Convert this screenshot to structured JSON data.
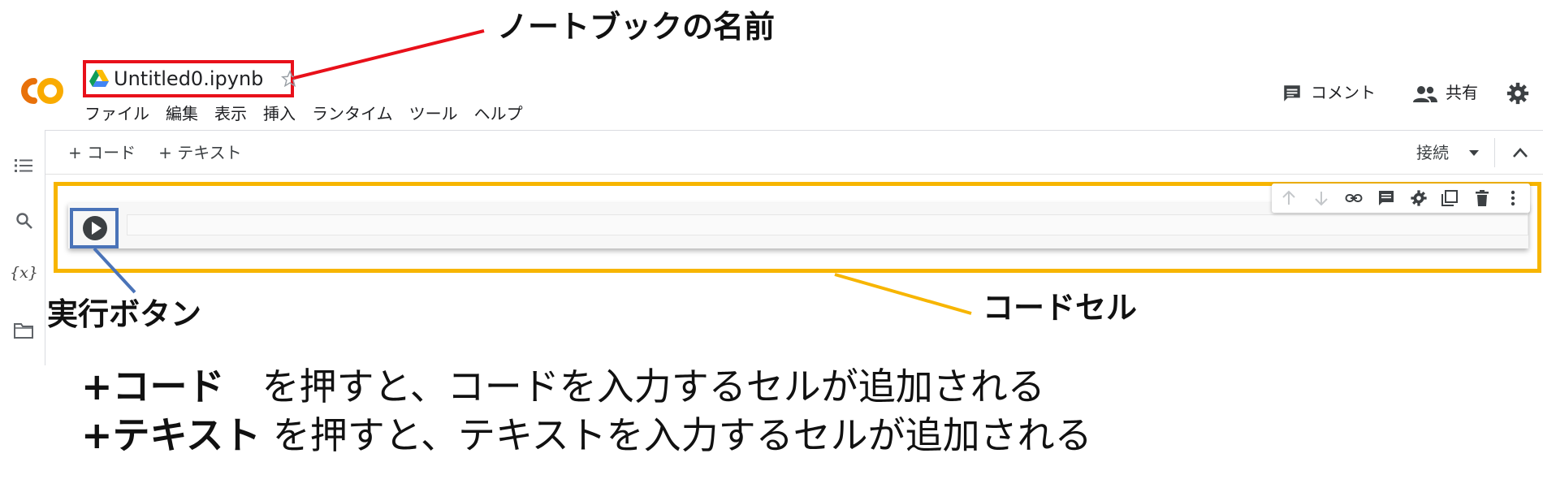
{
  "header": {
    "notebook_title": "Untitled0.ipynb",
    "logo_text": "CO",
    "menu": [
      "ファイル",
      "編集",
      "表示",
      "挿入",
      "ランタイム",
      "ツール",
      "ヘルプ"
    ],
    "comment_label": "コメント",
    "share_label": "共有"
  },
  "toolbar": {
    "add_code": "+ コード",
    "add_text": "+ テキスト",
    "connect_label": "接続"
  },
  "sidebar": {
    "icons": [
      "toc-icon",
      "search-icon",
      "variables-icon",
      "folder-icon"
    ],
    "variables_glyph": "{x}"
  },
  "cell_toolbar": {
    "icons": [
      "arrow-up-icon",
      "arrow-down-icon",
      "link-icon",
      "comment-icon",
      "settings-icon",
      "mirror-cell-icon",
      "trash-icon",
      "more-vert-icon"
    ]
  },
  "annotations": {
    "notebook_name": "ノートブックの名前",
    "run_button": "実行ボタン",
    "code_cell": "コードセル"
  },
  "description": {
    "line1_prefix": "+コード",
    "line1_rest": "　を押すと、コードを入力するセルが追加される",
    "line2_prefix": "+テキスト",
    "line2_rest": " を押すと、テキストを入力するセルが追加される"
  },
  "colors": {
    "logo_orange": "#f9ab00",
    "logo_dark_orange": "#e8710a",
    "title_highlight": "#e8101a",
    "cell_highlight": "#f7b500",
    "run_highlight": "#4a73b8"
  }
}
